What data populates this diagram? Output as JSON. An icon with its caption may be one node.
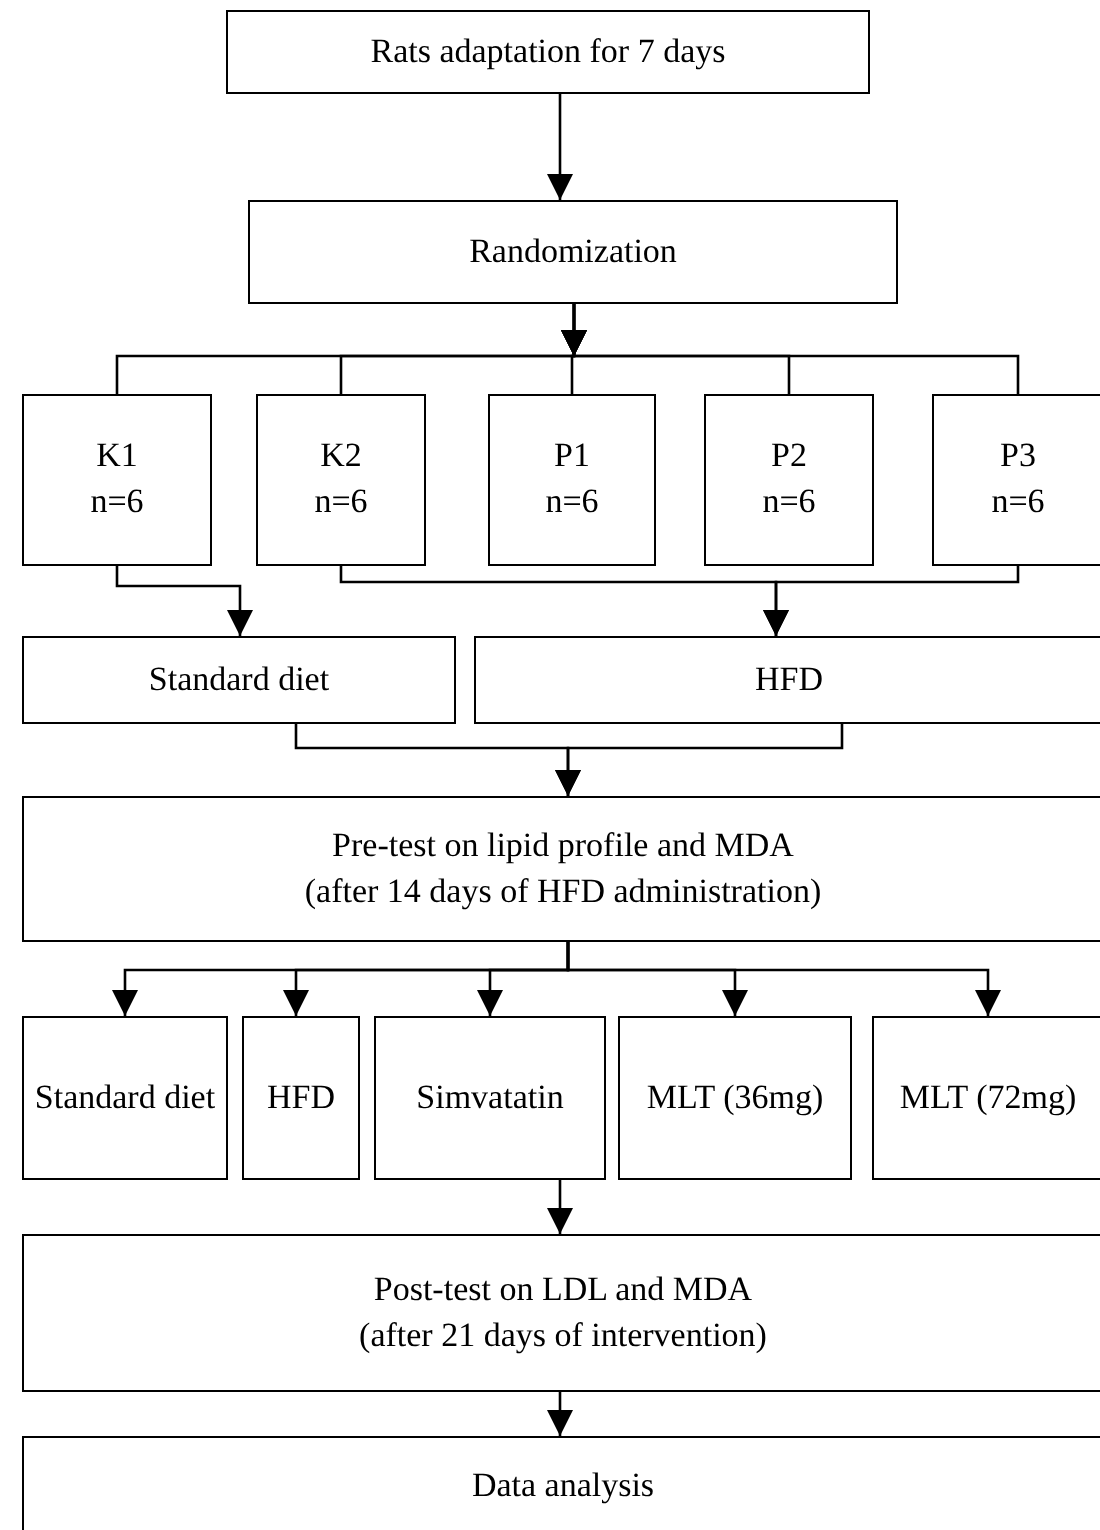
{
  "diagram": {
    "nodes": [
      {
        "text": [
          "Rats adaptation for 7 days"
        ]
      },
      {
        "text": [
          "Randomization"
        ]
      },
      {
        "text": [
          "K1",
          "n=6"
        ]
      },
      {
        "text": [
          "K2",
          "n=6"
        ]
      },
      {
        "text": [
          "P1",
          "n=6"
        ]
      },
      {
        "text": [
          "P2",
          "n=6"
        ]
      },
      {
        "text": [
          "P3",
          "n=6"
        ]
      },
      {
        "text": [
          "Standard diet"
        ]
      },
      {
        "text": [
          "HFD"
        ]
      },
      {
        "text": [
          "Pre-test on lipid profile and MDA",
          "(after 14 days of HFD administration)"
        ]
      },
      {
        "text": [
          "Standard diet"
        ]
      },
      {
        "text": [
          "HFD"
        ]
      },
      {
        "text": [
          "Simvatatin"
        ]
      },
      {
        "text": [
          "MLT (36mg)"
        ]
      },
      {
        "text": [
          "MLT (72mg)"
        ]
      },
      {
        "text": [
          "Post-test on LDL and MDA",
          "(after 21 days of intervention)"
        ]
      },
      {
        "text": [
          "Data analysis"
        ]
      }
    ],
    "edges": [
      {
        "from": 0,
        "to": 1,
        "arrow": "to"
      },
      {
        "from": 1,
        "to": 2,
        "arrow": "to"
      },
      {
        "from": 1,
        "to": 3,
        "arrow": "to"
      },
      {
        "from": 1,
        "to": 4,
        "arrow": "to"
      },
      {
        "from": 1,
        "to": 5,
        "arrow": "to"
      },
      {
        "from": 1,
        "to": 6,
        "arrow": "to"
      },
      {
        "from": 2,
        "to": 7,
        "arrow": "to"
      },
      {
        "from": 3,
        "to": 8,
        "arrow": "to"
      },
      {
        "from": 6,
        "to": 8,
        "arrow": "to"
      },
      {
        "from": 7,
        "to": 9,
        "arrow": "to"
      },
      {
        "from": 8,
        "to": 9,
        "arrow": "to"
      },
      {
        "from": 9,
        "to": 10,
        "arrow": "to"
      },
      {
        "from": 9,
        "to": 11,
        "arrow": "to"
      },
      {
        "from": 9,
        "to": 12,
        "arrow": "to"
      },
      {
        "from": 9,
        "to": 13,
        "arrow": "to"
      },
      {
        "from": 9,
        "to": 14,
        "arrow": "to"
      },
      {
        "from": 12,
        "to": 15,
        "arrow": "to"
      },
      {
        "from": 15,
        "to": 16,
        "arrow": "to"
      }
    ]
  }
}
